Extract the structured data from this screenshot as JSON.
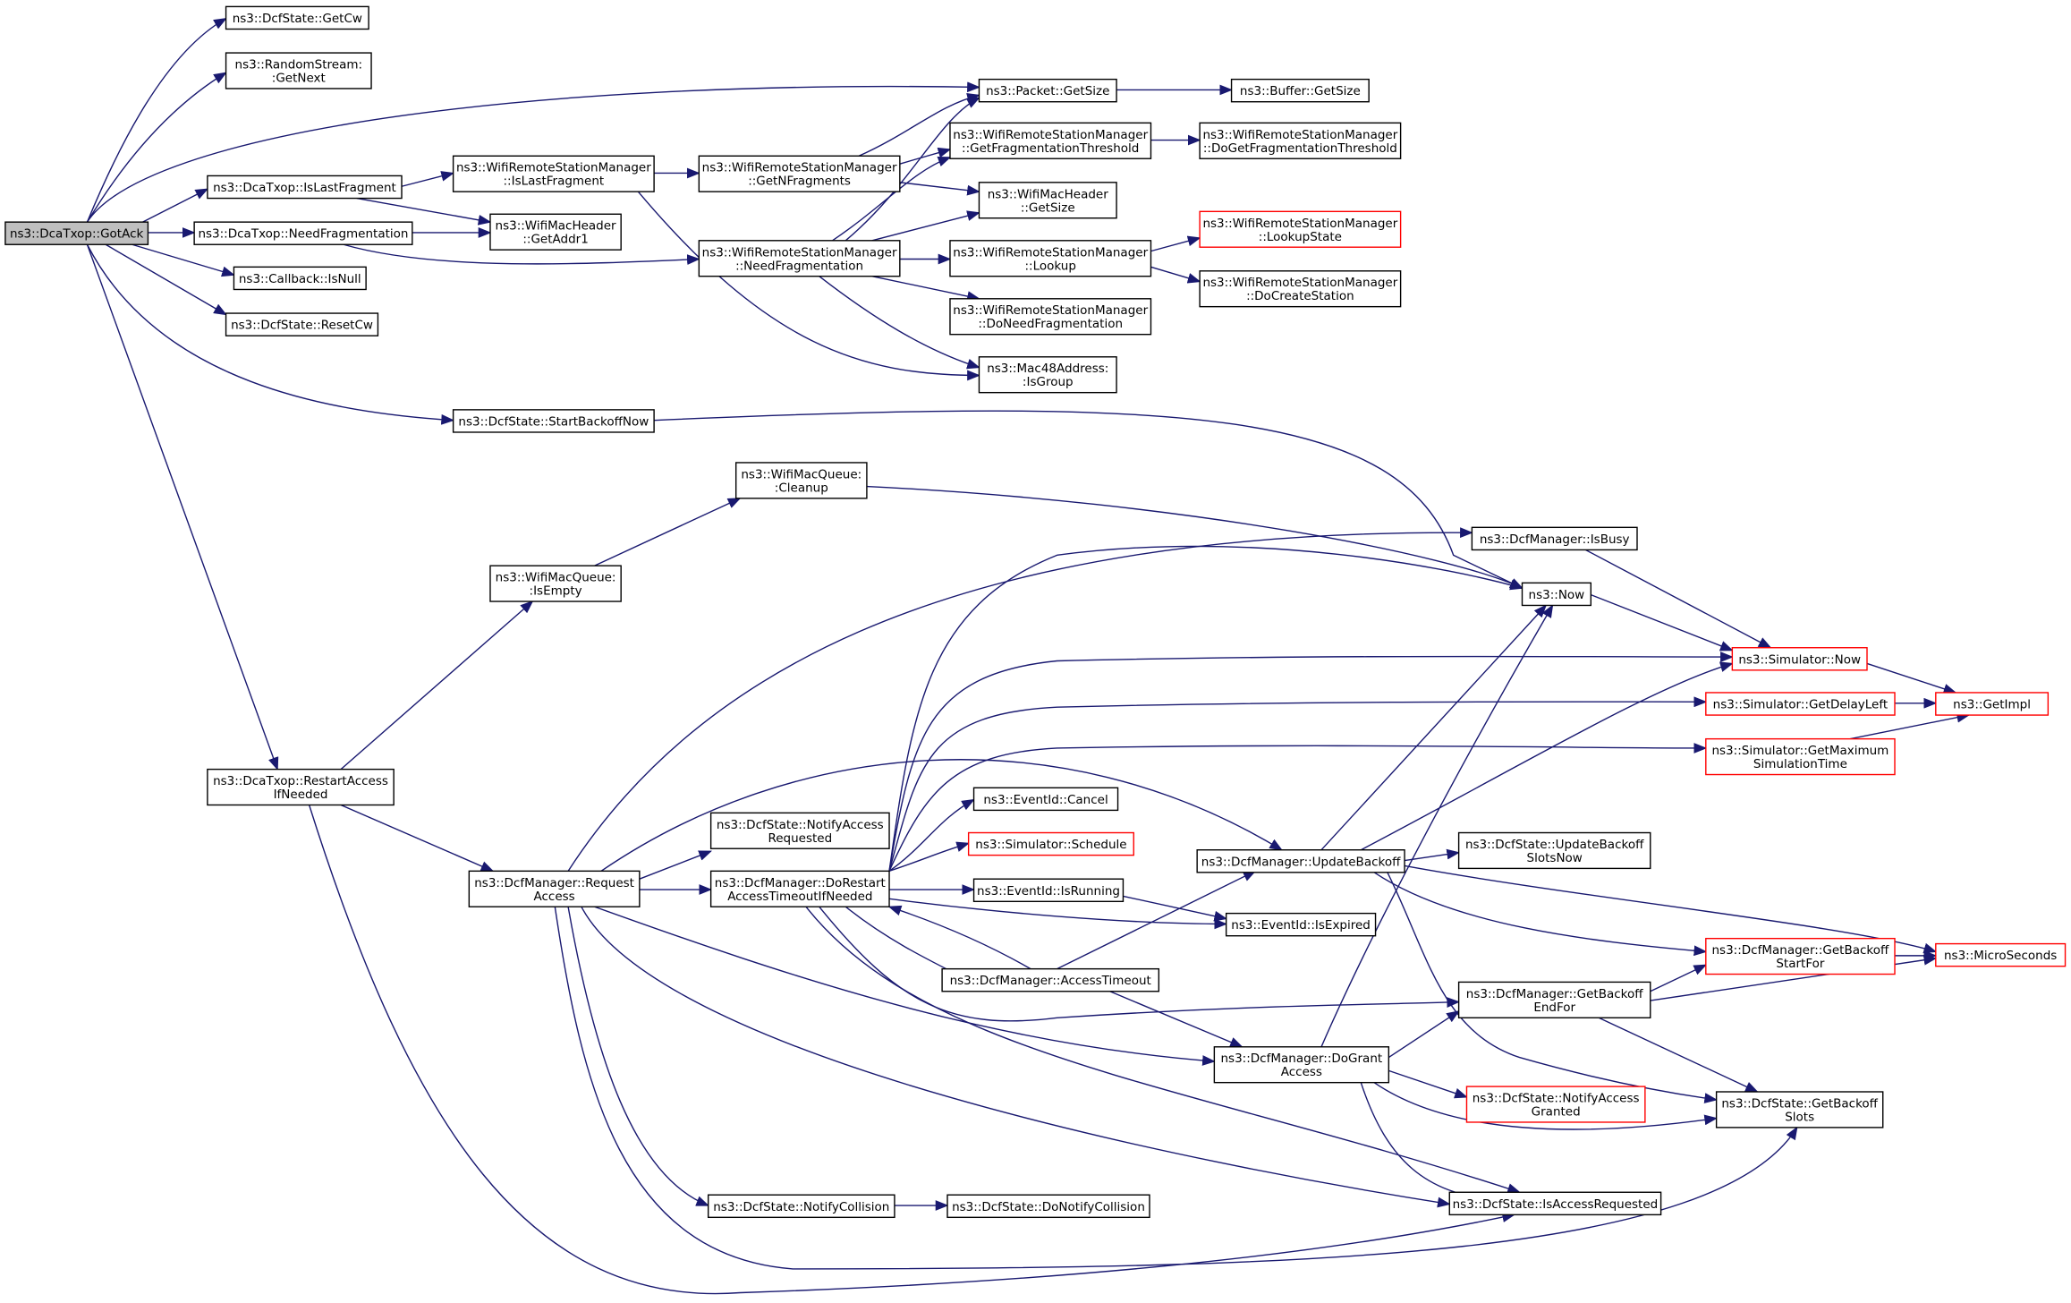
{
  "colors": {
    "edge": "#191970",
    "node_border": "#000000",
    "node_border_truncated": "#ff0000",
    "root_fill": "#bfbfbf",
    "node_fill": "#ffffff"
  },
  "nodes": [
    {
      "id": "gotack",
      "lines": [
        "ns3::DcaTxop::GotAck"
      ],
      "root": true
    },
    {
      "id": "getcw",
      "lines": [
        "ns3::DcfState::GetCw"
      ]
    },
    {
      "id": "rsgetnext",
      "lines": [
        "ns3::RandomStream:",
        ":GetNext"
      ]
    },
    {
      "id": "pktgetsize",
      "lines": [
        "ns3::Packet::GetSize"
      ]
    },
    {
      "id": "bufgetsize",
      "lines": [
        "ns3::Buffer::GetSize"
      ]
    },
    {
      "id": "getfragthr",
      "lines": [
        "ns3::WifiRemoteStationManager",
        "::GetFragmentationThreshold"
      ]
    },
    {
      "id": "dogetfragthr",
      "lines": [
        "ns3::WifiRemoteStationManager",
        "::DoGetFragmentationThreshold"
      ]
    },
    {
      "id": "dcaislastfrag",
      "lines": [
        "ns3::DcaTxop::IsLastFragment"
      ]
    },
    {
      "id": "wrsmislastfrag",
      "lines": [
        "ns3::WifiRemoteStationManager",
        "::IsLastFragment"
      ]
    },
    {
      "id": "getnfrag",
      "lines": [
        "ns3::WifiRemoteStationManager",
        "::GetNFragments"
      ]
    },
    {
      "id": "machdrgetsize",
      "lines": [
        "ns3::WifiMacHeader",
        "::GetSize"
      ]
    },
    {
      "id": "dcaneedfrag",
      "lines": [
        "ns3::DcaTxop::NeedFragmentation"
      ]
    },
    {
      "id": "getaddr1",
      "lines": [
        "ns3::WifiMacHeader",
        "::GetAddr1"
      ]
    },
    {
      "id": "wrsmneedfrag",
      "lines": [
        "ns3::WifiRemoteStationManager",
        "::NeedFragmentation"
      ]
    },
    {
      "id": "lookup",
      "lines": [
        "ns3::WifiRemoteStationManager",
        "::Lookup"
      ]
    },
    {
      "id": "lookupstate",
      "lines": [
        "ns3::WifiRemoteStationManager",
        "::LookupState"
      ],
      "truncated": true
    },
    {
      "id": "docreatestation",
      "lines": [
        "ns3::WifiRemoteStationManager",
        "::DoCreateStation"
      ]
    },
    {
      "id": "cbisnull",
      "lines": [
        "ns3::Callback::IsNull"
      ]
    },
    {
      "id": "doneedfrag",
      "lines": [
        "ns3::WifiRemoteStationManager",
        "::DoNeedFragmentation"
      ]
    },
    {
      "id": "resetcw",
      "lines": [
        "ns3::DcfState::ResetCw"
      ]
    },
    {
      "id": "isgroup",
      "lines": [
        "ns3::Mac48Address:",
        ":IsGroup"
      ]
    },
    {
      "id": "startbackoffnow",
      "lines": [
        "ns3::DcfState::StartBackoffNow"
      ]
    },
    {
      "id": "cleanup",
      "lines": [
        "ns3::WifiMacQueue:",
        ":Cleanup"
      ]
    },
    {
      "id": "isempty",
      "lines": [
        "ns3::WifiMacQueue:",
        ":IsEmpty"
      ]
    },
    {
      "id": "isbusy",
      "lines": [
        "ns3::DcfManager::IsBusy"
      ]
    },
    {
      "id": "now",
      "lines": [
        "ns3::Now"
      ]
    },
    {
      "id": "simnow",
      "lines": [
        "ns3::Simulator::Now"
      ],
      "truncated": true
    },
    {
      "id": "getdelayleft",
      "lines": [
        "ns3::Simulator::GetDelayLeft"
      ],
      "truncated": true
    },
    {
      "id": "getimpl",
      "lines": [
        "ns3::GetImpl"
      ],
      "truncated": true
    },
    {
      "id": "getmaxsimtime",
      "lines": [
        "ns3::Simulator::GetMaximum",
        "SimulationTime"
      ],
      "truncated": true
    },
    {
      "id": "restartaccess",
      "lines": [
        "ns3::DcaTxop::RestartAccess",
        "IfNeeded"
      ]
    },
    {
      "id": "notifyaccessreq",
      "lines": [
        "ns3::DcfState::NotifyAccess",
        "Requested"
      ]
    },
    {
      "id": "evcancel",
      "lines": [
        "ns3::EventId::Cancel"
      ]
    },
    {
      "id": "simschedule",
      "lines": [
        "ns3::Simulator::Schedule"
      ],
      "truncated": true
    },
    {
      "id": "updatebackoff",
      "lines": [
        "ns3::DcfManager::UpdateBackoff"
      ]
    },
    {
      "id": "updatebackoffslots",
      "lines": [
        "ns3::DcfState::UpdateBackoff",
        "SlotsNow"
      ]
    },
    {
      "id": "requestaccess",
      "lines": [
        "ns3::DcfManager::Request",
        "Access"
      ]
    },
    {
      "id": "dorestart",
      "lines": [
        "ns3::DcfManager::DoRestart",
        "AccessTimeoutIfNeeded"
      ]
    },
    {
      "id": "isrunning",
      "lines": [
        "ns3::EventId::IsRunning"
      ]
    },
    {
      "id": "isexpired",
      "lines": [
        "ns3::EventId::IsExpired"
      ]
    },
    {
      "id": "getbackoffstart",
      "lines": [
        "ns3::DcfManager::GetBackoff",
        "StartFor"
      ],
      "truncated": true
    },
    {
      "id": "microseconds",
      "lines": [
        "ns3::MicroSeconds"
      ],
      "truncated": true
    },
    {
      "id": "accesstimeout",
      "lines": [
        "ns3::DcfManager::AccessTimeout"
      ]
    },
    {
      "id": "getbackoffend",
      "lines": [
        "ns3::DcfManager::GetBackoff",
        "EndFor"
      ]
    },
    {
      "id": "dograntaccess",
      "lines": [
        "ns3::DcfManager::DoGrant",
        "Access"
      ]
    },
    {
      "id": "notifyaccessgranted",
      "lines": [
        "ns3::DcfState::NotifyAccess",
        "Granted"
      ],
      "truncated": true
    },
    {
      "id": "getbackoffslots",
      "lines": [
        "ns3::DcfState::GetBackoff",
        "Slots"
      ]
    },
    {
      "id": "notifycollision",
      "lines": [
        "ns3::DcfState::NotifyCollision"
      ]
    },
    {
      "id": "donotifycollision",
      "lines": [
        "ns3::DcfState::DoNotifyCollision"
      ]
    },
    {
      "id": "isaccessrequested",
      "lines": [
        "ns3::DcfState::IsAccessRequested"
      ]
    }
  ]
}
